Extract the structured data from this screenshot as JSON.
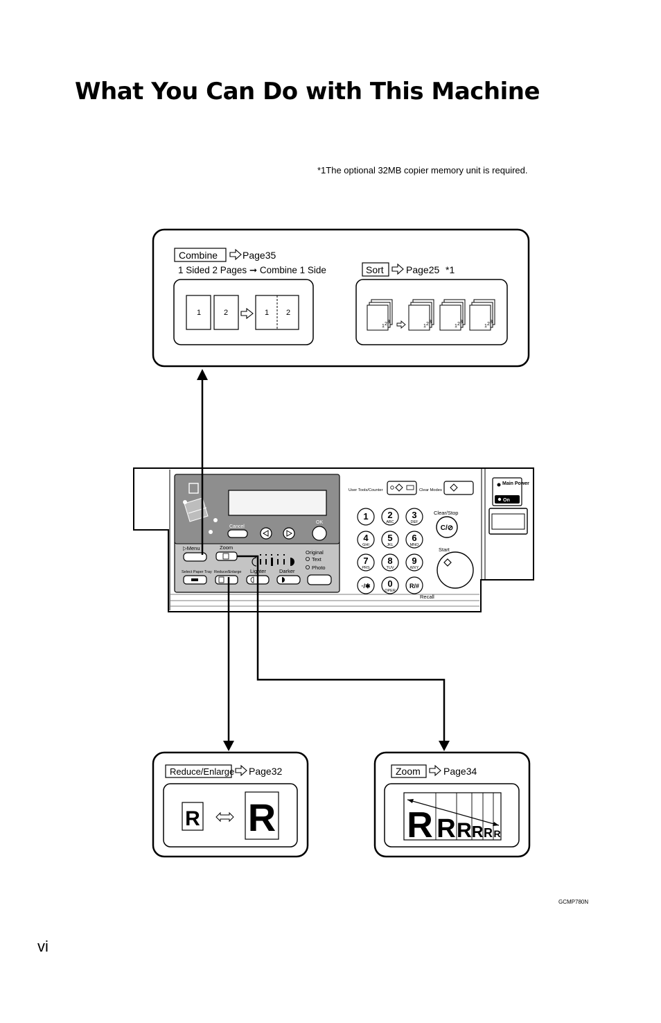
{
  "page": {
    "title": "What You Can Do with This Machine",
    "footnote": "*1The optional 32MB copier memory unit is required.",
    "figure_code": "GCMP780N",
    "page_number": "vi"
  },
  "combine": {
    "key": "Combine",
    "page_ref": "Page35",
    "caption": "1 Sided 2 Pages ➞ Combine 1 Side",
    "pages": [
      "1",
      "2",
      "1",
      "2"
    ]
  },
  "sort": {
    "key": "Sort",
    "page_ref": "Page25",
    "note": "*1",
    "stack_labels": [
      "1",
      "2",
      "3"
    ]
  },
  "reduce_enlarge": {
    "key": "Reduce/Enlarge",
    "page_ref": "Page32",
    "letter_small": "R",
    "letter_large": "R"
  },
  "zoom": {
    "key": "Zoom",
    "page_ref": "Page34",
    "letters": [
      "R",
      "R",
      "R",
      "R",
      "R",
      "R"
    ]
  },
  "panel": {
    "user_tools": "User Tools/Counter",
    "clear_modes": "Clear Modes",
    "main_power": "Main Power",
    "on": "On",
    "cancel": "Cancel",
    "ok": "OK",
    "menu": "▷Menu",
    "zoom": "Zoom",
    "select_paper_tray": "Select Paper Tray",
    "reduce_enlarge": "Reduce/Enlarge",
    "lighter": "Lighter",
    "darker": "Darker",
    "original": "Original",
    "text": "Text",
    "photo": "Photo",
    "clear_stop": "Clear/Stop",
    "clear_stop_symbol": "C/⊘",
    "start": "Start",
    "recall": "Recall",
    "keys": [
      {
        "num": "1",
        "sub": ""
      },
      {
        "num": "2",
        "sub": "ABC"
      },
      {
        "num": "3",
        "sub": "DEF"
      },
      {
        "num": "4",
        "sub": "GHI"
      },
      {
        "num": "5",
        "sub": "JKL"
      },
      {
        "num": "6",
        "sub": "MNO"
      },
      {
        "num": "7",
        "sub": "PRS"
      },
      {
        "num": "8",
        "sub": "TUV"
      },
      {
        "num": "9",
        "sub": "WXY"
      },
      {
        "num": "·/✱",
        "sub": ""
      },
      {
        "num": "0",
        "sub": "OPER"
      },
      {
        "num": "R/#",
        "sub": ""
      }
    ]
  }
}
